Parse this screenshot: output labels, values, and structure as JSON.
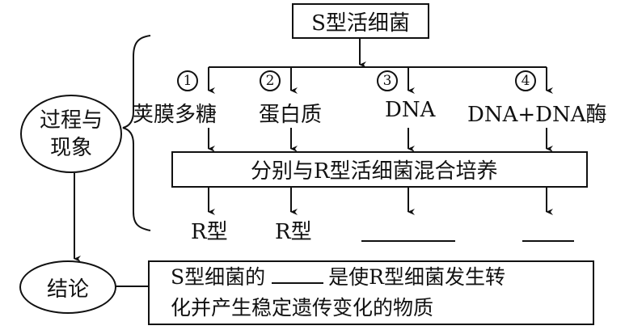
{
  "top_box": "S型活细菌",
  "process_label": {
    "line1": "过程与",
    "line2": "现象"
  },
  "conclusion_label": "结论",
  "groups": [
    {
      "number": "1",
      "substance": "荚膜多糖",
      "result": "R型"
    },
    {
      "number": "2",
      "substance": "蛋白质",
      "result": "R型"
    },
    {
      "number": "3",
      "substance": "DNA",
      "result": ""
    },
    {
      "number": "4",
      "substance": "DNA+DNA酶",
      "result": ""
    }
  ],
  "mix_box": "分别与R型活细菌混合培养",
  "conclusion": {
    "line1_before": "S型细菌的",
    "line1_after": "是使R型细菌发生转",
    "line2": "化并产生稳定遗传变化的物质"
  }
}
